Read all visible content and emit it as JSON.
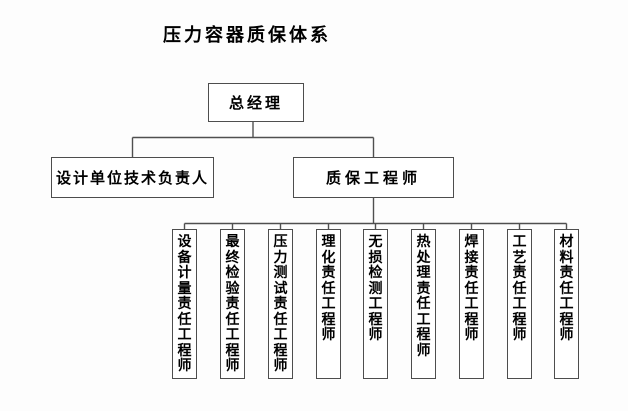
{
  "title": "压力容器质保体系",
  "org": {
    "root": {
      "label": "总经理"
    },
    "level2": [
      {
        "label": "设计单位技术负责人"
      },
      {
        "label": "质保工程师"
      }
    ],
    "level3": [
      {
        "label": "设备计量责任工程师"
      },
      {
        "label": "最终检验责任工程师"
      },
      {
        "label": "压力测试责任工程师"
      },
      {
        "label": "理化责任工程师"
      },
      {
        "label": "无损检测工程师"
      },
      {
        "label": "热处理责任工程师"
      },
      {
        "label": "焊接责任工程师"
      },
      {
        "label": "工艺责任工程师"
      },
      {
        "label": "材料责任工程师"
      }
    ]
  },
  "colors": {
    "background": "#fdfdfd",
    "box_border": "#4d4d4d",
    "box_fill": "#ffffff",
    "connector": "#4f4f4f",
    "text": "#000000"
  }
}
